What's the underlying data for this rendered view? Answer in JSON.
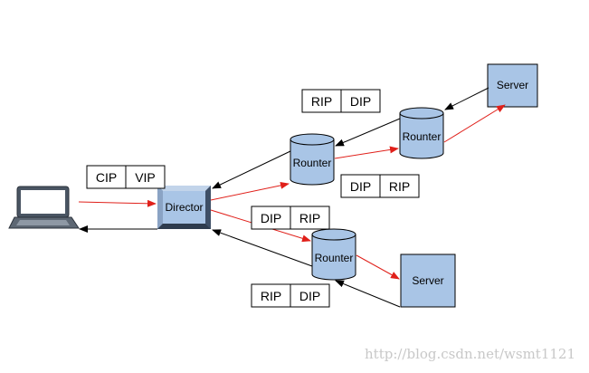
{
  "nodes": {
    "director": "Director",
    "router_left_top": "Rounter",
    "router_right_top": "Rounter",
    "router_bottom": "Rounter",
    "server_top": "Server",
    "server_bottom": "Server"
  },
  "packets": {
    "client_to_director": [
      "CIP",
      "VIP"
    ],
    "top_reply": [
      "RIP",
      "DIP"
    ],
    "top_forward": [
      "DIP",
      "RIP"
    ],
    "bottom_forward": [
      "DIP",
      "RIP"
    ],
    "bottom_reply": [
      "RIP",
      "DIP"
    ]
  },
  "watermark": "http://blog.csdn.net/wsmt1121",
  "colors": {
    "node_fill": "#a9c5e6",
    "forward_arrow": "#e0201a",
    "return_arrow": "#000000"
  }
}
